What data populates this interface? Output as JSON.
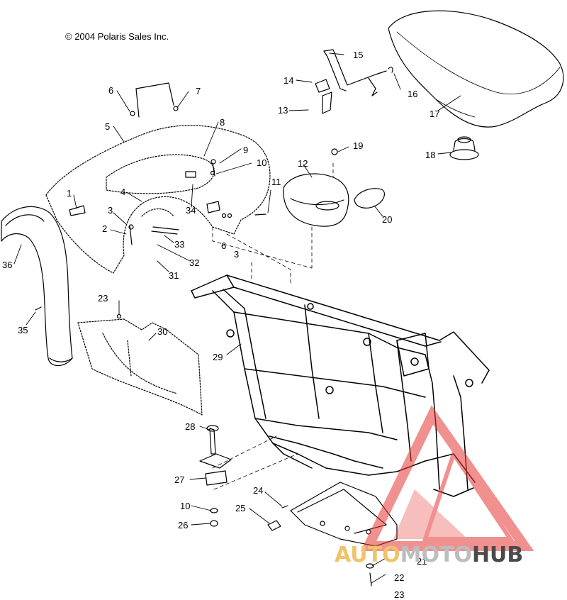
{
  "copyright": "© 2004 Polaris Sales Inc.",
  "callouts": [
    {
      "id": "c1",
      "text": "1"
    },
    {
      "id": "c2",
      "text": "2"
    },
    {
      "id": "c3a",
      "text": "3"
    },
    {
      "id": "c3b",
      "text": "3"
    },
    {
      "id": "c4",
      "text": "4"
    },
    {
      "id": "c5",
      "text": "5"
    },
    {
      "id": "c6a",
      "text": "6"
    },
    {
      "id": "c6b",
      "text": "6"
    },
    {
      "id": "c7",
      "text": "7"
    },
    {
      "id": "c8",
      "text": "8"
    },
    {
      "id": "c9",
      "text": "9"
    },
    {
      "id": "c10a",
      "text": "10"
    },
    {
      "id": "c10b",
      "text": "10"
    },
    {
      "id": "c11",
      "text": "11"
    },
    {
      "id": "c12",
      "text": "12"
    },
    {
      "id": "c13",
      "text": "13"
    },
    {
      "id": "c14",
      "text": "14"
    },
    {
      "id": "c15",
      "text": "15"
    },
    {
      "id": "c16",
      "text": "16"
    },
    {
      "id": "c17",
      "text": "17"
    },
    {
      "id": "c18",
      "text": "18"
    },
    {
      "id": "c19",
      "text": "19"
    },
    {
      "id": "c20",
      "text": "20"
    },
    {
      "id": "c21",
      "text": "21"
    },
    {
      "id": "c22",
      "text": "22"
    },
    {
      "id": "c23a",
      "text": "23"
    },
    {
      "id": "c23b",
      "text": "23"
    },
    {
      "id": "c24",
      "text": "24"
    },
    {
      "id": "c25",
      "text": "25"
    },
    {
      "id": "c26",
      "text": "26"
    },
    {
      "id": "c27",
      "text": "27"
    },
    {
      "id": "c28",
      "text": "28"
    },
    {
      "id": "c29",
      "text": "29"
    },
    {
      "id": "c30",
      "text": "30"
    },
    {
      "id": "c31",
      "text": "31"
    },
    {
      "id": "c32",
      "text": "32"
    },
    {
      "id": "c33",
      "text": "33"
    },
    {
      "id": "c34",
      "text": "34"
    },
    {
      "id": "c35",
      "text": "35"
    },
    {
      "id": "c36",
      "text": "36"
    }
  ],
  "watermark": {
    "part1": "AUTO",
    "part2": "MOTO",
    "part3": "HUB",
    "colors": {
      "part1": "#f0c36a",
      "part2": "#bdbdbd",
      "part3": "#4a4a4a",
      "logo": "#e53935"
    }
  }
}
